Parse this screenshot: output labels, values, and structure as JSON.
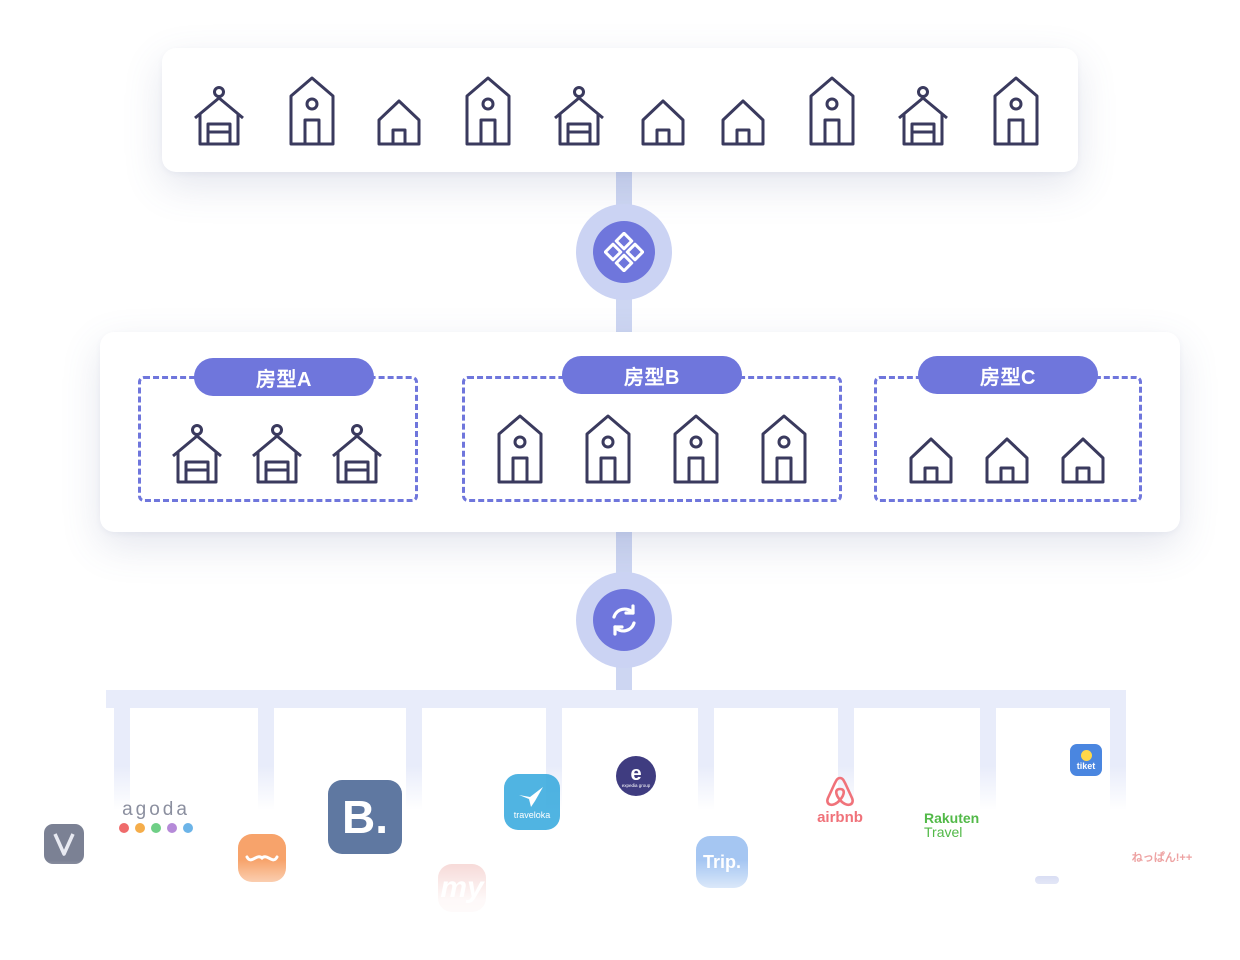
{
  "room_types": [
    {
      "label": "房型A",
      "icon": "shed-house-icon"
    },
    {
      "label": "房型B",
      "icon": "tall-house-icon"
    },
    {
      "label": "房型C",
      "icon": "small-house-icon"
    }
  ],
  "top_houses": [
    "shed-house-icon",
    "tall-house-icon",
    "small-house-icon",
    "tall-house-icon",
    "shed-house-icon",
    "small-house-icon",
    "small-house-icon",
    "tall-house-icon",
    "shed-house-icon",
    "tall-house-icon"
  ],
  "hubs": {
    "top": "grid-diamond-icon",
    "bottom": "sync-arrows-icon"
  },
  "channels": {
    "agoda": "agoda",
    "booking": "B.",
    "traveloka": "traveloka",
    "expedia": "expedia group",
    "airbnb": "airbnb",
    "rakuten_1": "Rakuten",
    "rakuten_2": "Travel",
    "tiket": "tiket",
    "trip": "Trip.",
    "my": "my",
    "neppan": "ねっぱん!++"
  },
  "colors": {
    "accent": "#6f76dc",
    "line": "#cdd6f2",
    "icon": "#3a3a5e",
    "booking": "#2a4c82",
    "traveloka": "#32a7dd",
    "airbnb": "#ff5a5f",
    "rakuten": "#52b948",
    "expedia": "#1e1b6b",
    "tiket": "#0064d2"
  }
}
